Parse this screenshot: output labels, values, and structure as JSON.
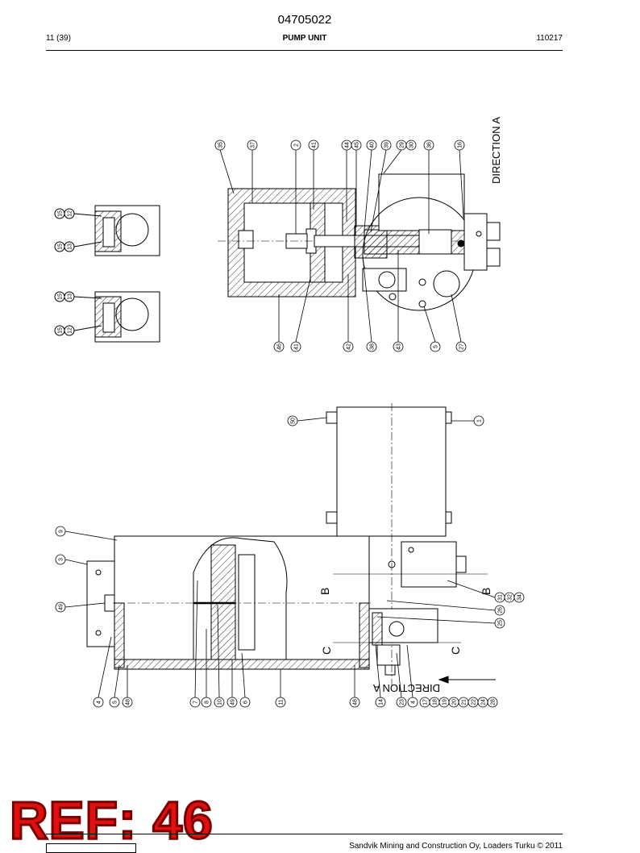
{
  "header": {
    "doc_number": "04705022",
    "page": "11 (39)",
    "title": "PUMP UNIT",
    "code": "110217"
  },
  "drawing": {
    "direction_label": "DIRECTION A",
    "section_b": "B",
    "section_c": "C",
    "top_callouts": [
      "35",
      "37",
      "2",
      "41",
      "44",
      "45",
      "40",
      "39",
      "29",
      "30",
      "36",
      "16"
    ],
    "top_bottom_callouts": [
      "46",
      "41",
      "42",
      "38",
      "43",
      "5",
      "27"
    ],
    "side_callouts_upper": [
      "15",
      "12",
      "15",
      "13"
    ],
    "side_callouts_lower": [
      "15",
      "13",
      "15",
      "12"
    ],
    "main_right_callouts": [
      "1",
      "31",
      "32",
      "34",
      "26",
      "25"
    ],
    "main_left_callouts": [
      "9",
      "3",
      "49"
    ],
    "main_top_callout": "50",
    "main_bottom_callouts": [
      "4",
      "5",
      "48",
      "7",
      "8",
      "10",
      "49",
      "6",
      "11",
      "48",
      "14",
      "23",
      "4",
      "17",
      "18",
      "19",
      "20",
      "21",
      "22",
      "24",
      "28"
    ]
  },
  "stamp": {
    "text": "REF: 46"
  },
  "footer": {
    "text": "Sandvik Mining and Construction Oy, Loaders Turku © 2011"
  }
}
